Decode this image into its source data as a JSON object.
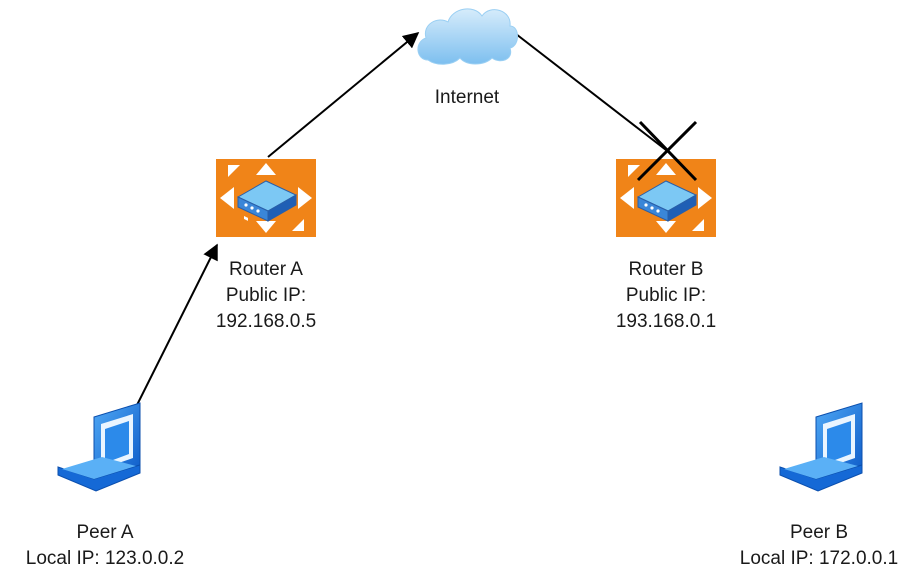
{
  "internet": {
    "label": "Internet"
  },
  "router_a": {
    "name": "Router A",
    "ip_label": "Public IP:",
    "ip": "192.168.0.5"
  },
  "router_b": {
    "name": "Router B",
    "ip_label": "Public IP:",
    "ip": "193.168.0.1"
  },
  "peer_a": {
    "name": "Peer A",
    "local_ip": "Local IP: 123.0.0.2"
  },
  "peer_b": {
    "name": "Peer B",
    "local_ip": "Local IP: 172.0.0.1"
  },
  "colors": {
    "router_orange": "#F08418",
    "router_body_top": "#6CC1F2",
    "router_body_front": "#2A6FC9",
    "laptop_blue": "#1B7BE8",
    "cloud_blue": "#8FCBF2",
    "line": "#000000"
  },
  "icons": [
    "cloud-icon",
    "router-icon",
    "laptop-icon"
  ]
}
